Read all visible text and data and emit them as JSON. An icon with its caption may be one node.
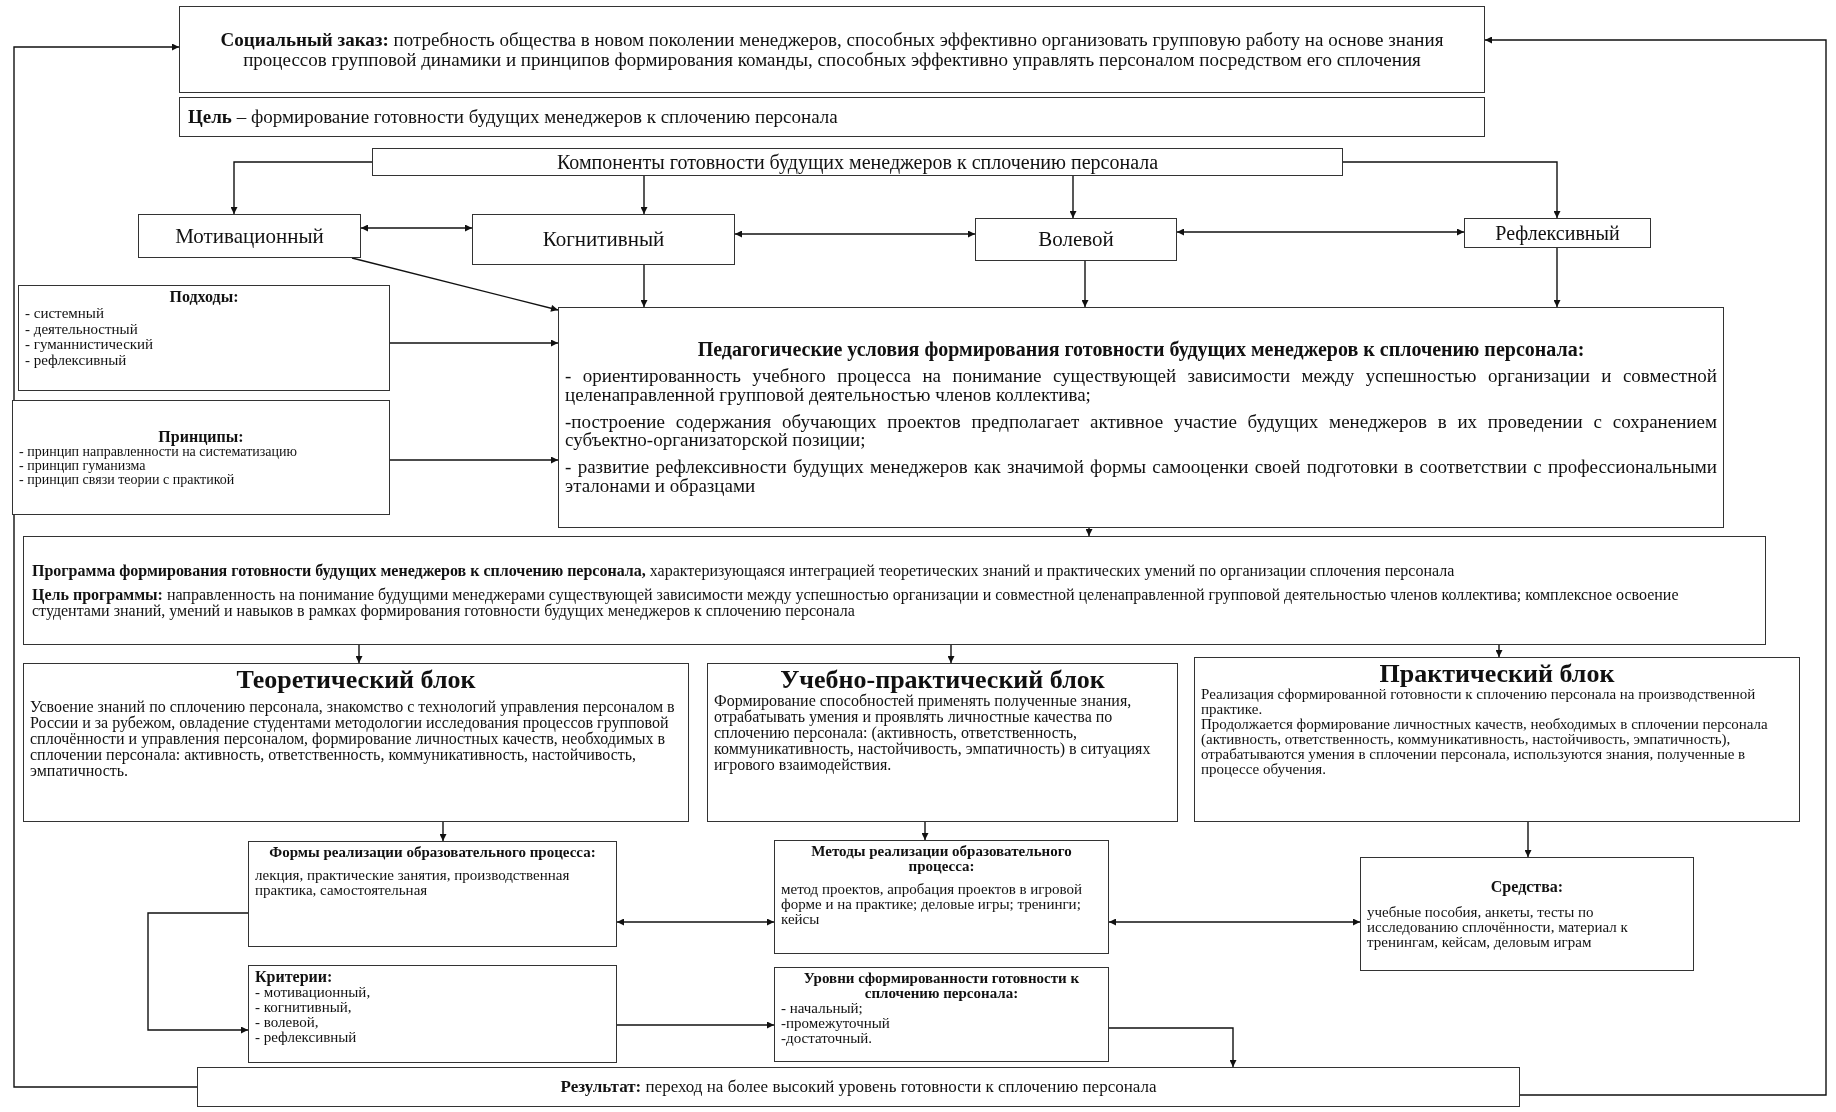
{
  "diagram": {
    "nodes": [
      {
        "text": [
          "**Социальный заказ:** потребность общества в новом поколении менеджеров, способных эффективно организовать групповую работу на основе знания процессов групповой динамики и принципов формирования команды, способных эффективно управлять персоналом посредством его сплочения"
        ]
      },
      {
        "text": [
          "**Цель** – формирование готовности будущих менеджеров к сплочению персонала"
        ]
      },
      {
        "text": [
          "Компоненты готовности будущих менеджеров к сплочению персонала"
        ]
      },
      {
        "text": [
          "Мотивационный"
        ]
      },
      {
        "text": [
          "Когнитивный"
        ]
      },
      {
        "text": [
          "Волевой"
        ]
      },
      {
        "text": [
          "Рефлексивный"
        ]
      },
      {
        "text": [
          "Подходы:",
          "- системный",
          "- деятельностный",
          "- гуманнистический",
          "- рефлексивный"
        ]
      },
      {
        "text": [
          "**Принципы**:",
          "- принцип направленности на систематизацию",
          "- принцип гуманизма",
          "- принцип связи теории с практикой"
        ]
      },
      {
        "text": [
          "Педагогические условия формирования готовности будущих менеджеров к сплочению персонала:",
          "- ориентированность учебного процесса на понимание существующей зависимости между успешностью организации и совместной целенаправленной групповой деятельностью членов коллектива;",
          "-построение содержания обучающих проектов предполагает активное участие будущих менеджеров в их проведении с сохранением субъектно-организаторской позиции;",
          "- развитие рефлексивности будущих менеджеров как значимой формы самооценки своей подготовки в соответствии с профессиональными эталонами и образцами"
        ]
      },
      {
        "text": [
          "**Программа формирования готовности будущих менеджеров к сплочению персонала,** характеризующаяся интеграцией теоретических знаний и практических умений по организации сплочения персонала",
          "**Цель программы:** направленность на понимание будущими менеджерами существующей зависимости между успешностью организации и совместной целенаправленной групповой деятельностью членов коллектива; комплексное освоение студентами знаний, умений и навыков в рамках формирования готовности будущих менеджеров к сплочению персонала"
        ]
      },
      {
        "text": [
          "Теоретический блок",
          "Усвоение знаний по сплочению персонала, знакомство с технологий управления персоналом в России и за рубежом, овладение студентами методологии исследования процессов групповой сплочённости и управления персоналом, формирование личностных качеств, необходимых в сплочении персонала: активность, ответственность, коммуникативность, настойчивость, эмпатичность."
        ]
      },
      {
        "text": [
          "Учебно-практический блок",
          "Формирование способностей применять полученные знания, отрабатывать умения и проявлять личностные качества по сплочению персонала: (активность, ответственность, коммуникативность, настойчивость, эмпатичность) в ситуациях игрового взаимодействия."
        ]
      },
      {
        "text": [
          "Практический блок",
          "Реализация сформированной готовности к сплочению персонала на производственной практике.",
          "Продолжается формирование личностных качеств, необходимых в сплочении персонала (активность, ответственность, коммуникативность, настойчивость, эмпатичность), отрабатываются умения в сплочении персонала, используются знания, полученные в процессе обучения."
        ]
      },
      {
        "text": [
          "Формы реализации образовательного процесса:",
          "лекция, практические занятия, производственная практика, самостоятельная"
        ]
      },
      {
        "text": [
          "Методы реализации образовательного процесса:",
          "метод проектов, апробация проектов в игровой форме и на практике; деловые игры; тренинги; кейсы"
        ]
      },
      {
        "text": [
          "Средства:",
          "учебные пособия, анкеты, тесты по исследованию сплочённости, материал к тренингам, кейсам, деловым играм"
        ]
      },
      {
        "text": [
          "Критерии:",
          "- мотивационный,",
          "- когнитивный,",
          "- волевой,",
          "- рефлексивный"
        ]
      },
      {
        "text": [
          "Уровни сформированности готовности к сплочению персонала:",
          "- начальный;",
          "-промежуточный",
          "-достаточный."
        ]
      },
      {
        "text": [
          "**Результат:** переход на более высокий уровень готовности к сплочению персонала"
        ]
      }
    ],
    "edges": [
      {
        "from": 2,
        "to": 3,
        "arrow": "to"
      },
      {
        "from": 2,
        "to": 4,
        "arrow": "to"
      },
      {
        "from": 2,
        "to": 5,
        "arrow": "to"
      },
      {
        "from": 2,
        "to": 6,
        "arrow": "to"
      },
      {
        "from": 3,
        "to": 4,
        "arrow": "both"
      },
      {
        "from": 4,
        "to": 5,
        "arrow": "both"
      },
      {
        "from": 5,
        "to": 6,
        "arrow": "both"
      },
      {
        "from": 3,
        "to": 9,
        "arrow": "to"
      },
      {
        "from": 4,
        "to": 9,
        "arrow": "to"
      },
      {
        "from": 5,
        "to": 9,
        "arrow": "to"
      },
      {
        "from": 6,
        "to": 9,
        "arrow": "to"
      },
      {
        "from": 7,
        "to": 9,
        "arrow": "to"
      },
      {
        "from": 8,
        "to": 9,
        "arrow": "to"
      },
      {
        "from": 9,
        "to": 10,
        "arrow": "to"
      },
      {
        "from": 10,
        "to": 11,
        "arrow": "to"
      },
      {
        "from": 10,
        "to": 12,
        "arrow": "to"
      },
      {
        "from": 10,
        "to": 13,
        "arrow": "to"
      },
      {
        "from": 11,
        "to": 14,
        "arrow": "to"
      },
      {
        "from": 12,
        "to": 15,
        "arrow": "to"
      },
      {
        "from": 13,
        "to": 16,
        "arrow": "to"
      },
      {
        "from": 14,
        "to": 15,
        "arrow": "both"
      },
      {
        "from": 15,
        "to": 16,
        "arrow": "both"
      },
      {
        "from": 14,
        "to": 17,
        "arrow": "to"
      },
      {
        "from": 17,
        "to": 18,
        "arrow": "to"
      },
      {
        "from": 18,
        "to": 19,
        "arrow": "to"
      },
      {
        "from": 19,
        "to": 0,
        "arrow": "to"
      },
      {
        "from": 19,
        "to": 0,
        "arrow": "to"
      }
    ]
  }
}
